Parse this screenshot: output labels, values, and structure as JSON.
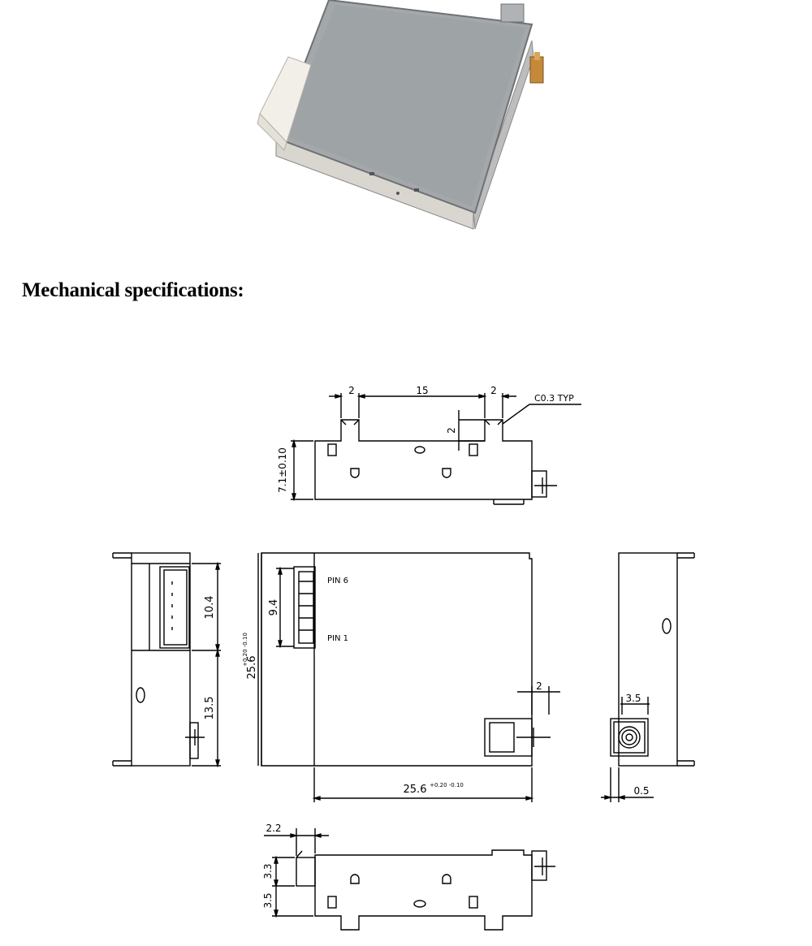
{
  "heading": "Mechanical specifications:",
  "photo": {
    "subject": "shielded RF module with white connector and antenna connector"
  },
  "drawing": {
    "top_view": {
      "dim_tab_left": "2",
      "dim_tab_spacing": "15",
      "dim_tab_right": "2",
      "dim_tab_height": "2",
      "chamfer_note": "C0.3 TYP",
      "dim_height": "7.1±0.10"
    },
    "left_view": {
      "dim_connector": "10.4",
      "dim_lower": "13.5"
    },
    "front_view": {
      "dim_pins": "9.4",
      "pin_label_top": "PIN 6",
      "pin_label_bottom": "PIN 1",
      "dim_height": "25.6",
      "dim_height_tol": "+0.20 -0.10",
      "dim_antenna_offset": "2",
      "dim_width": "25.6",
      "dim_width_tol": "+0.20 -0.10"
    },
    "right_view": {
      "dim_connector": "3.5",
      "dim_plate": "0.5"
    },
    "bottom_view": {
      "dim_offset": "2.2",
      "dim_upper": "3.3",
      "dim_lower": "3.5"
    }
  },
  "colors": {
    "line": "#000000",
    "shield": "#9ea3a6",
    "background": "#ffffff"
  }
}
